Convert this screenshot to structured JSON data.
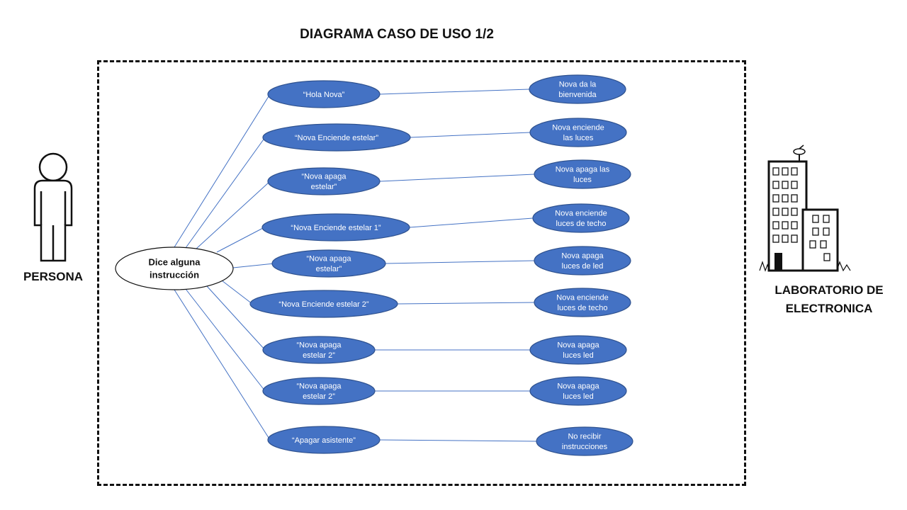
{
  "title": "DIAGRAMA CASO DE USO  1/2",
  "actors": {
    "person": "PERSONA",
    "lab_line1": "LABORATORIO DE",
    "lab_line2": "ELECTRONICA"
  },
  "central": [
    "Dice alguna",
    "instrucción"
  ],
  "use_cases": [
    {
      "command": [
        "“Hola Nova”"
      ],
      "response": [
        "Nova da la",
        "bienvenida"
      ]
    },
    {
      "command": [
        "“Nova Enciende estelar”"
      ],
      "response": [
        "Nova enciende",
        "las luces"
      ]
    },
    {
      "command": [
        "“Nova apaga",
        "estelar”"
      ],
      "response": [
        "Nova apaga las",
        "luces"
      ]
    },
    {
      "command": [
        "“Nova Enciende estelar 1”"
      ],
      "response": [
        "Nova enciende",
        "luces de techo"
      ]
    },
    {
      "command": [
        "“Nova apaga",
        "estelar”"
      ],
      "response": [
        "Nova apaga",
        "luces de led"
      ]
    },
    {
      "command": [
        "“Nova Enciende estelar 2”"
      ],
      "response": [
        "Nova enciende",
        "luces de techo"
      ]
    },
    {
      "command": [
        "“Nova apaga",
        "estelar 2”"
      ],
      "response": [
        "Nova apaga",
        "luces led"
      ]
    },
    {
      "command": [
        "“Nova apaga",
        "estelar 2”"
      ],
      "response": [
        "Nova apaga",
        "luces led"
      ]
    },
    {
      "command": [
        "“Apagar asistente”"
      ],
      "response": [
        "No recibir",
        "instrucciones"
      ]
    }
  ],
  "colors": {
    "ellipse_fill": "#4472C4",
    "ellipse_stroke": "#2F528F",
    "connector": "#4472C4",
    "ellipse_text": "#ffffff",
    "border": "#111111"
  }
}
